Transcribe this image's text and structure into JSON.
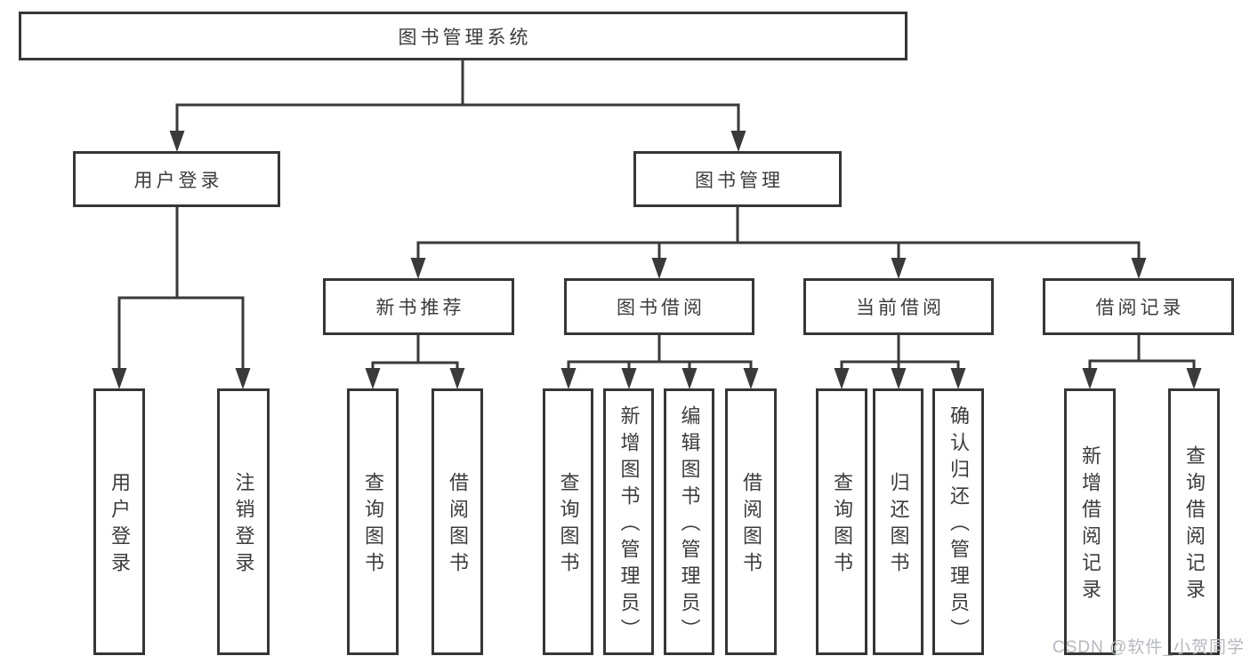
{
  "diagram_title": "图书管理系统",
  "nodes": {
    "root": {
      "label": "图书管理系统"
    },
    "level2": [
      {
        "label": "用户登录"
      },
      {
        "label": "图书管理"
      }
    ],
    "level3": [
      {
        "label": "新书推荐",
        "parent": "图书管理"
      },
      {
        "label": "图书借阅",
        "parent": "图书管理"
      },
      {
        "label": "当前借阅",
        "parent": "图书管理"
      },
      {
        "label": "借阅记录",
        "parent": "图书管理"
      }
    ],
    "leaves": [
      {
        "label": "用户登录",
        "parent": "用户登录"
      },
      {
        "label": "注销登录",
        "parent": "用户登录"
      },
      {
        "label": "查询图书",
        "parent": "新书推荐"
      },
      {
        "label": "借阅图书",
        "parent": "新书推荐"
      },
      {
        "label": "查询图书",
        "parent": "图书借阅"
      },
      {
        "label": "新增图书（管理员）",
        "parent": "图书借阅"
      },
      {
        "label": "编辑图书（管理员）",
        "parent": "图书借阅"
      },
      {
        "label": "借阅图书",
        "parent": "图书借阅"
      },
      {
        "label": "查询图书",
        "parent": "当前借阅"
      },
      {
        "label": "归还图书",
        "parent": "当前借阅"
      },
      {
        "label": "确认归还（管理员）",
        "parent": "当前借阅"
      },
      {
        "label": "新增借阅记录",
        "parent": "借阅记录"
      },
      {
        "label": "查询借阅记录",
        "parent": "借阅记录"
      }
    ]
  },
  "watermark": "CSDN @软件_小贺同学",
  "colors": {
    "line": "#3a3a3a",
    "box_border": "#363636",
    "text": "#3c3c3c",
    "background": "#ffffff",
    "watermark": "#b5b8be"
  }
}
